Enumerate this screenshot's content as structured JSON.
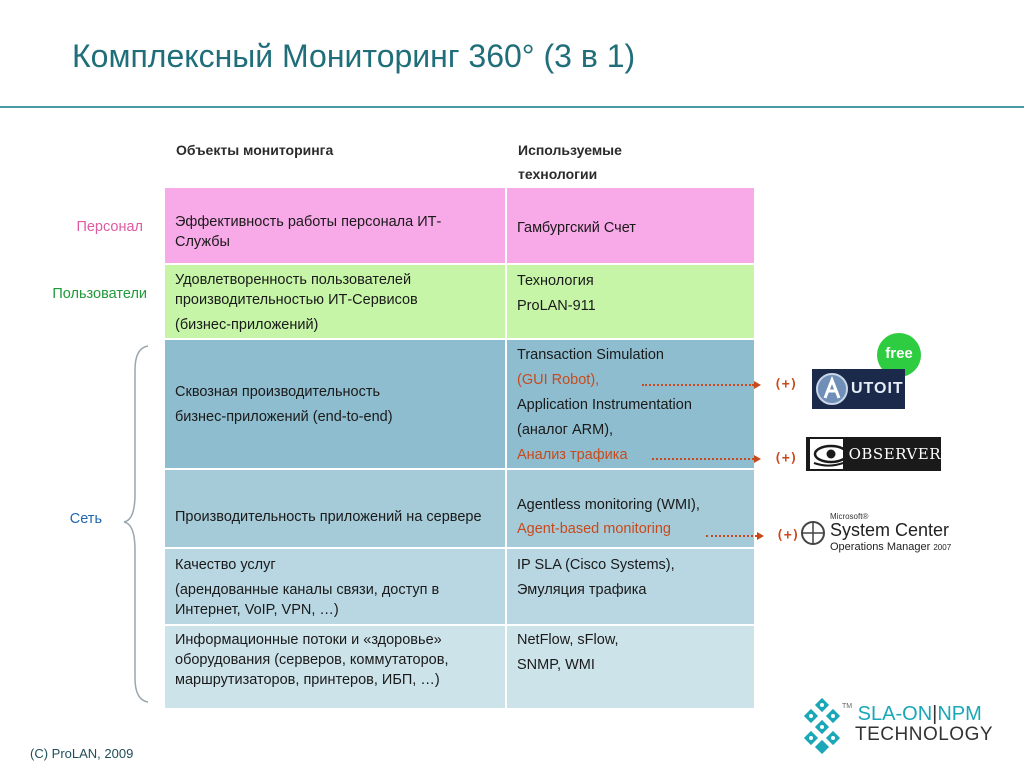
{
  "title": "Комплексный Мониторинг 360° (3 в 1)",
  "columns": {
    "objects": "Объекты мониторинга",
    "tech_line1": "Используемые",
    "tech_line2": "технологии"
  },
  "side_labels": {
    "staff": "Персонал",
    "users": "Пользователи",
    "network": "Сеть"
  },
  "rows": [
    {
      "object": [
        "Эффективность работы персонала ИТ-Службы"
      ],
      "tech": [
        "Гамбургский Счет"
      ],
      "color": "#f8a9e8"
    },
    {
      "object": [
        "Удовлетворенность пользователей производительностью ИТ-Сервисов",
        "(бизнес-приложений)"
      ],
      "tech": [
        "Технология",
        "ProLAN-911"
      ],
      "color": "#c6f5a8"
    },
    {
      "object": [
        "Сквозная производительность",
        "бизнес-приложений  (end-to-end)"
      ],
      "tech": [
        "Transaction Simulation",
        "(GUI Robot),",
        "Application Instrumentation",
        "(аналог ARM),",
        "Анализ трафика"
      ],
      "color": "#8ebdcf"
    },
    {
      "object": [
        "Производительность приложений на сервере"
      ],
      "tech": [
        "Agentless monitoring (WMI),",
        "Agent-based monitoring"
      ],
      "color": "#a5cad8"
    },
    {
      "object": [
        "Качество услуг",
        "(арендованные каналы связи, доступ в Интернет, VoIP, VPN, …)"
      ],
      "tech": [
        "IP SLA (Cisco Systems),",
        "Эмуляция трафика"
      ],
      "color": "#b8d7e2"
    },
    {
      "object": [
        "Информационные потоки и «здоровье» оборудования (серверов, коммутаторов, маршрутизаторов, принтеров, ИБП, …)"
      ],
      "tech": [
        "NetFlow, sFlow,",
        "SNMP, WMI"
      ],
      "color": "#cde3ea"
    }
  ],
  "addons": {
    "plus": "(+)",
    "free_badge": "free",
    "autoit": "UTOIT",
    "observer": "OBSERVER",
    "sc_vendor": "Microsoft®",
    "sc_name": "System Center",
    "sc_product": "Operations Manager",
    "sc_year": "2007"
  },
  "brand": {
    "name_a": "SLA-ON",
    "name_b": "NPM",
    "tm": "TM",
    "tagline": "TECHNOLOGY"
  },
  "footer": "(C) ProLAN, 2009",
  "colors": {
    "title": "#1f6e7a",
    "accent_red": "#c84a1c",
    "staff_label": "#e05aa0",
    "users_label": "#1f9a3a",
    "network_label": "#1f66b0",
    "brand_teal": "#1aa7b8"
  }
}
